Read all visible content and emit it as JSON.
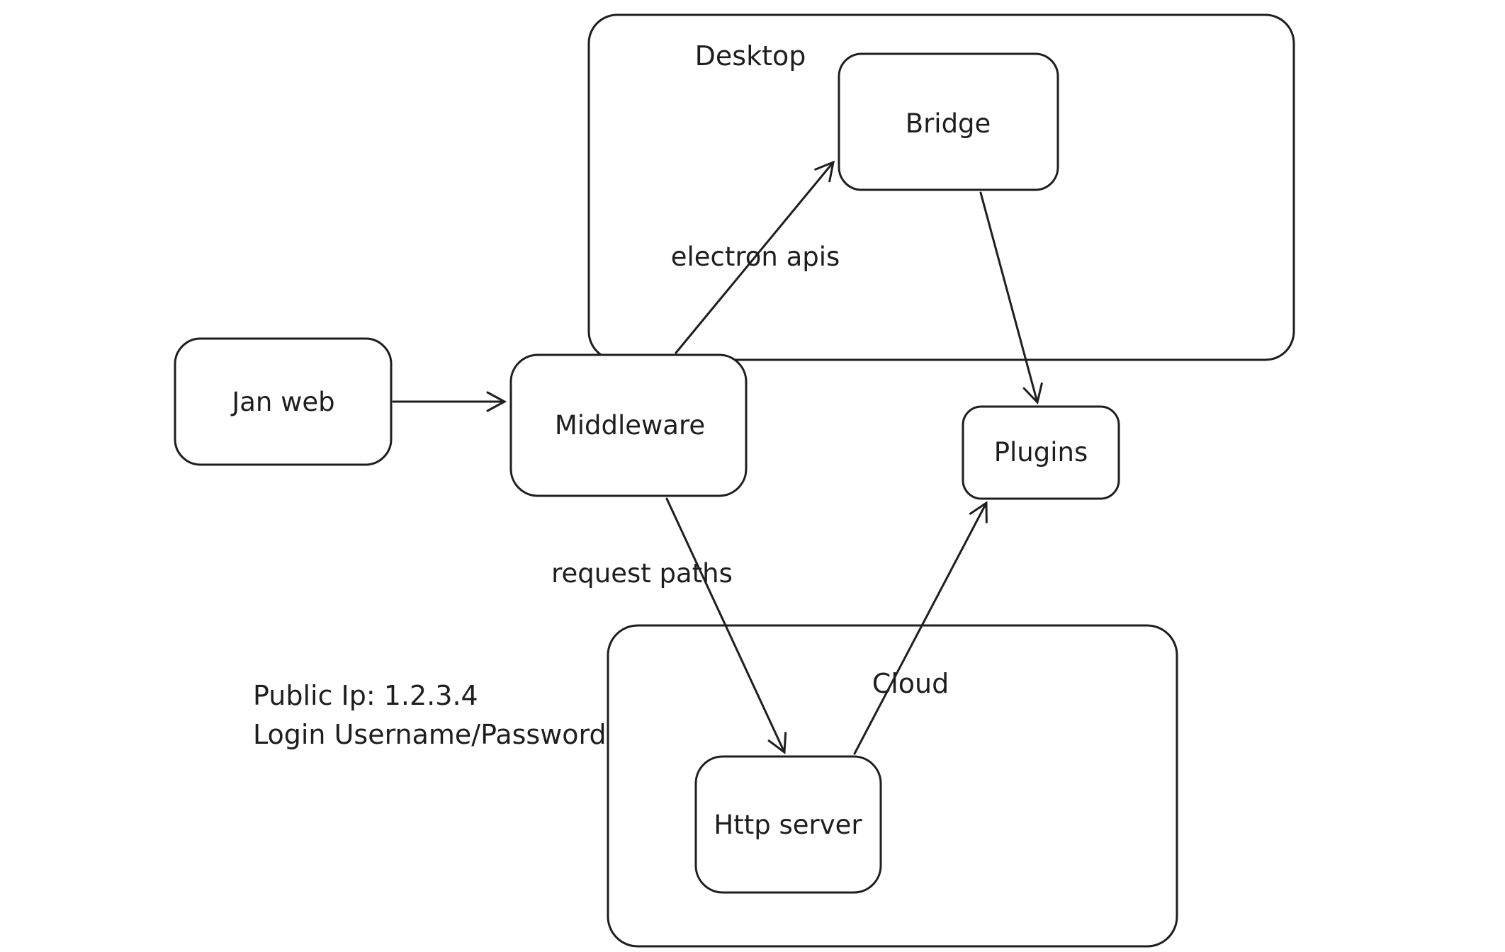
{
  "canvas": {
    "background": "#ffffff",
    "stroke_color": "#1e1e1e"
  },
  "containers": {
    "desktop": {
      "label": "Desktop"
    },
    "cloud": {
      "label": "Cloud"
    }
  },
  "nodes": {
    "jan_web": {
      "label": "Jan web"
    },
    "middleware": {
      "label": "Middleware"
    },
    "bridge": {
      "label": "Bridge"
    },
    "plugins": {
      "label": "Plugins"
    },
    "http_server": {
      "label": "Http server"
    }
  },
  "edges": {
    "jan_web_to_middleware": {
      "from": "Jan web",
      "to": "Middleware",
      "label": ""
    },
    "middleware_to_bridge": {
      "from": "Middleware",
      "to": "Bridge",
      "label": "electron apis"
    },
    "bridge_to_plugins": {
      "from": "Bridge",
      "to": "Plugins",
      "label": ""
    },
    "middleware_to_http_server": {
      "from": "Middleware",
      "to": "Http server",
      "label": "request paths"
    },
    "http_server_to_plugins": {
      "from": "Http server",
      "to": "Plugins",
      "label": ""
    }
  },
  "annotations": {
    "public_ip": "Public Ip: 1.2.3.4",
    "login": "Login Username/Password"
  }
}
